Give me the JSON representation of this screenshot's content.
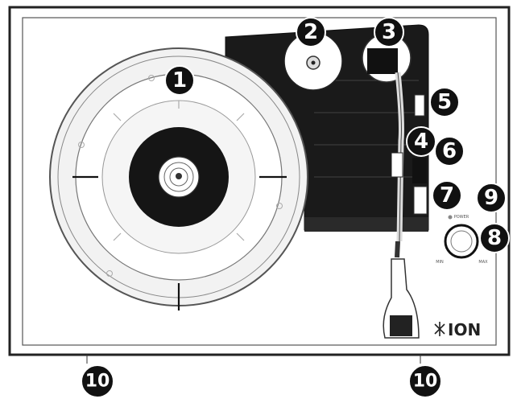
{
  "diagram": {
    "callouts": [
      {
        "id": "platter",
        "label": "1"
      },
      {
        "id": "adapter-holder",
        "label": "2"
      },
      {
        "id": "tonearm-lift",
        "label": "3"
      },
      {
        "id": "tonearm-clip",
        "label": "4"
      },
      {
        "id": "switch-a",
        "label": "5"
      },
      {
        "id": "switch-b",
        "label": "6"
      },
      {
        "id": "switch-c",
        "label": "7"
      },
      {
        "id": "power-led",
        "label": "8"
      },
      {
        "id": "volume-knob",
        "label": "9"
      },
      {
        "id": "foot-left",
        "label": "10"
      },
      {
        "id": "foot-right",
        "label": "10"
      }
    ],
    "brand_logo": "ION",
    "knob_labels": {
      "top": "POWER",
      "left": "MIN",
      "right": "MAX"
    }
  }
}
